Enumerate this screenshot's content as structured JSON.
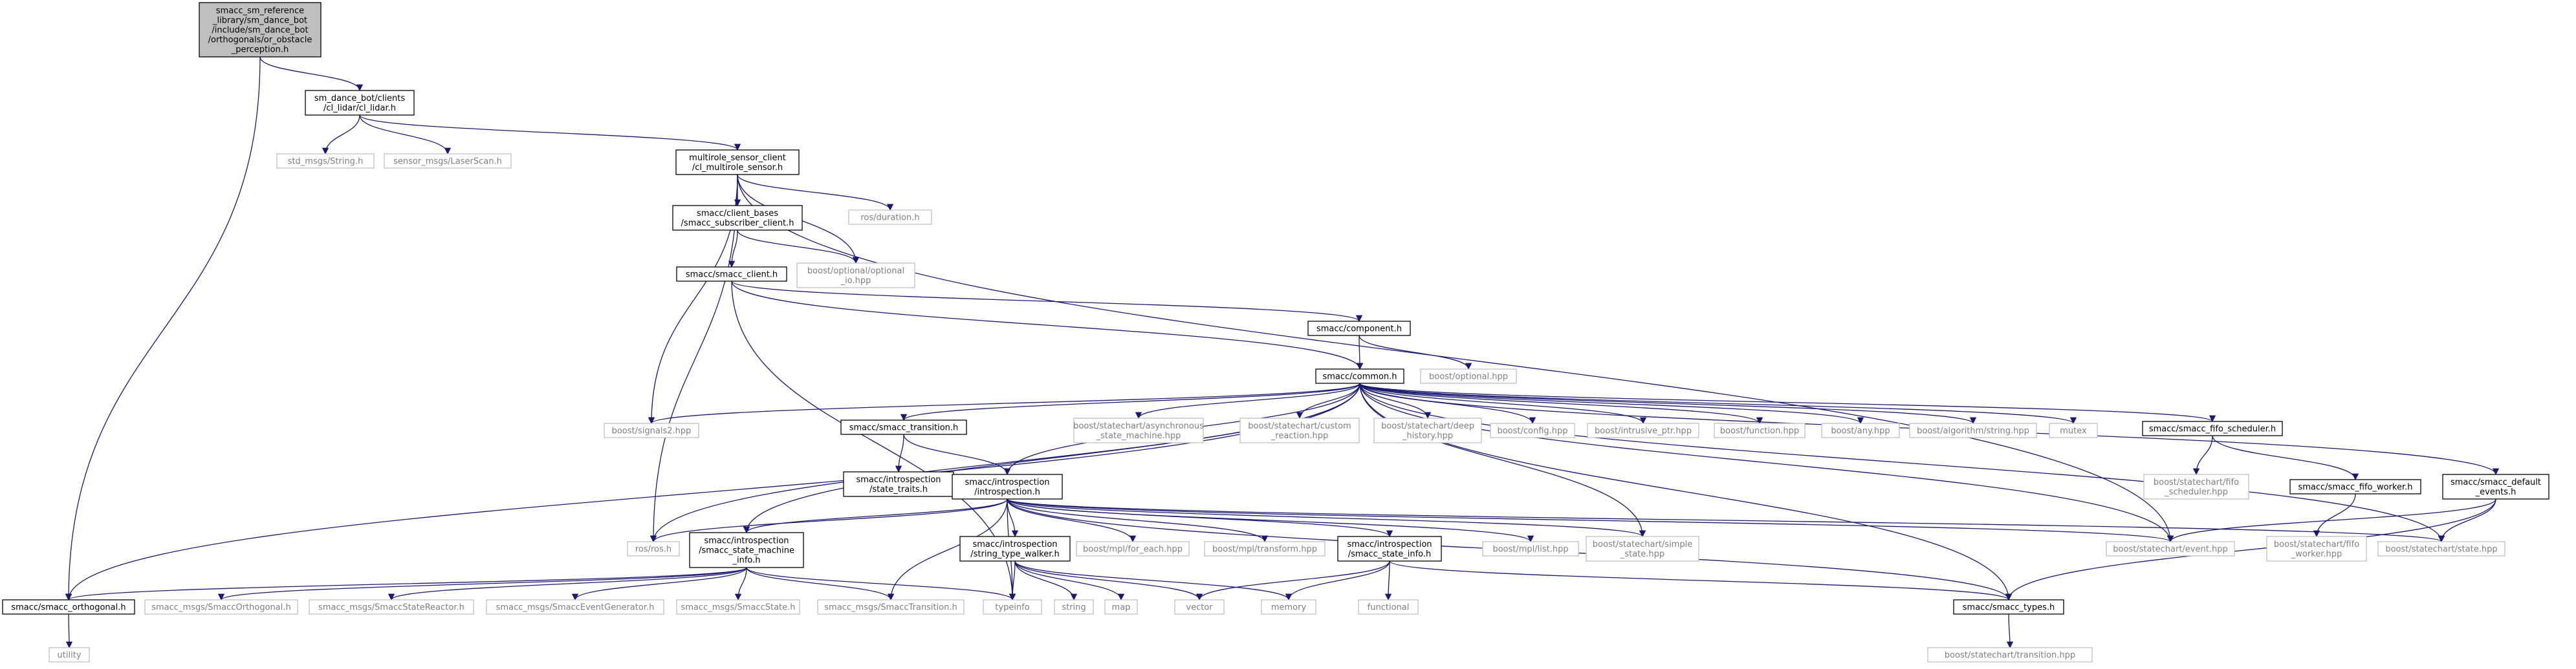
{
  "diagram": {
    "nodes": [
      {
        "id": "root",
        "lines": [
          "smacc_sm_reference",
          "_library/sm_dance_bot",
          "/include/sm_dance_bot",
          "/orthogonals/or_obstacle",
          "_perception.h"
        ],
        "style": "root"
      },
      {
        "id": "cl_lidar",
        "lines": [
          "sm_dance_bot/clients",
          "/cl_lidar/cl_lidar.h"
        ],
        "style": "dark"
      },
      {
        "id": "std_string",
        "lines": [
          "std_msgs/String.h"
        ],
        "style": "gray"
      },
      {
        "id": "laserscan",
        "lines": [
          "sensor_msgs/LaserScan.h"
        ],
        "style": "gray"
      },
      {
        "id": "multirole",
        "lines": [
          "multirole_sensor_client",
          "/cl_multirole_sensor.h"
        ],
        "style": "dark"
      },
      {
        "id": "subscriber",
        "lines": [
          "smacc/client_bases",
          "/smacc_subscriber_client.h"
        ],
        "style": "dark"
      },
      {
        "id": "ros_duration",
        "lines": [
          "ros/duration.h"
        ],
        "style": "gray"
      },
      {
        "id": "optional_io",
        "lines": [
          "boost/optional/optional",
          "_io.hpp"
        ],
        "style": "gray"
      },
      {
        "id": "smacc_client",
        "lines": [
          "smacc/smacc_client.h"
        ],
        "style": "dark"
      },
      {
        "id": "component",
        "lines": [
          "smacc/component.h"
        ],
        "style": "dark"
      },
      {
        "id": "optional",
        "lines": [
          "boost/optional.hpp"
        ],
        "style": "gray"
      },
      {
        "id": "common",
        "lines": [
          "smacc/common.h"
        ],
        "style": "dark"
      },
      {
        "id": "signals2",
        "lines": [
          "boost/signals2.hpp"
        ],
        "style": "gray"
      },
      {
        "id": "smacc_transition",
        "lines": [
          "smacc/smacc_transition.h"
        ],
        "style": "dark"
      },
      {
        "id": "async_sm",
        "lines": [
          "boost/statechart/asynchronous",
          "_state_machine.hpp"
        ],
        "style": "gray"
      },
      {
        "id": "custom_reaction",
        "lines": [
          "boost/statechart/custom",
          "_reaction.hpp"
        ],
        "style": "gray"
      },
      {
        "id": "deep_history",
        "lines": [
          "boost/statechart/deep",
          "_history.hpp"
        ],
        "style": "gray"
      },
      {
        "id": "config",
        "lines": [
          "boost/config.hpp"
        ],
        "style": "gray"
      },
      {
        "id": "intrusive",
        "lines": [
          "boost/intrusive_ptr.hpp"
        ],
        "style": "gray"
      },
      {
        "id": "function",
        "lines": [
          "boost/function.hpp"
        ],
        "style": "gray"
      },
      {
        "id": "any",
        "lines": [
          "boost/any.hpp"
        ],
        "style": "gray"
      },
      {
        "id": "alg_string",
        "lines": [
          "boost/algorithm/string.hpp"
        ],
        "style": "gray"
      },
      {
        "id": "mutex",
        "lines": [
          "mutex"
        ],
        "style": "gray"
      },
      {
        "id": "fifo_scheduler",
        "lines": [
          "smacc/smacc_fifo_scheduler.h"
        ],
        "style": "dark"
      },
      {
        "id": "state_traits",
        "lines": [
          "smacc/introspection",
          "/state_traits.h"
        ],
        "style": "dark"
      },
      {
        "id": "introspection",
        "lines": [
          "smacc/introspection",
          "/introspection.h"
        ],
        "style": "dark"
      },
      {
        "id": "sc_fifo_scheduler",
        "lines": [
          "boost/statechart/fifo",
          "_scheduler.hpp"
        ],
        "style": "gray"
      },
      {
        "id": "fifo_worker",
        "lines": [
          "smacc/smacc_fifo_worker.h"
        ],
        "style": "dark"
      },
      {
        "id": "default_events",
        "lines": [
          "smacc/smacc_default",
          "_events.h"
        ],
        "style": "dark"
      },
      {
        "id": "ros_h",
        "lines": [
          "ros/ros.h"
        ],
        "style": "gray"
      },
      {
        "id": "sm_info",
        "lines": [
          "smacc/introspection",
          "/smacc_state_machine",
          "_info.h"
        ],
        "style": "dark"
      },
      {
        "id": "type_walker",
        "lines": [
          "smacc/introspection",
          "/string_type_walker.h"
        ],
        "style": "dark"
      },
      {
        "id": "for_each",
        "lines": [
          "boost/mpl/for_each.hpp"
        ],
        "style": "gray"
      },
      {
        "id": "transform",
        "lines": [
          "boost/mpl/transform.hpp"
        ],
        "style": "gray"
      },
      {
        "id": "state_info",
        "lines": [
          "smacc/introspection",
          "/smacc_state_info.h"
        ],
        "style": "dark"
      },
      {
        "id": "mpl_list",
        "lines": [
          "boost/mpl/list.hpp"
        ],
        "style": "gray"
      },
      {
        "id": "simple_state",
        "lines": [
          "boost/statechart/simple",
          "_state.hpp"
        ],
        "style": "gray"
      },
      {
        "id": "sc_event",
        "lines": [
          "boost/statechart/event.hpp"
        ],
        "style": "gray"
      },
      {
        "id": "fifo_worker_hpp",
        "lines": [
          "boost/statechart/fifo",
          "_worker.hpp"
        ],
        "style": "gray"
      },
      {
        "id": "sc_state",
        "lines": [
          "boost/statechart/state.hpp"
        ],
        "style": "gray"
      },
      {
        "id": "orthogonal",
        "lines": [
          "smacc/smacc_orthogonal.h"
        ],
        "style": "dark"
      },
      {
        "id": "msg_orthogonal",
        "lines": [
          "smacc_msgs/SmaccOrthogonal.h"
        ],
        "style": "gray"
      },
      {
        "id": "msg_reactor",
        "lines": [
          "smacc_msgs/SmaccStateReactor.h"
        ],
        "style": "gray"
      },
      {
        "id": "msg_evgen",
        "lines": [
          "smacc_msgs/SmaccEventGenerator.h"
        ],
        "style": "gray"
      },
      {
        "id": "msg_state",
        "lines": [
          "smacc_msgs/SmaccState.h"
        ],
        "style": "gray"
      },
      {
        "id": "msg_transition",
        "lines": [
          "smacc_msgs/SmaccTransition.h"
        ],
        "style": "gray"
      },
      {
        "id": "typeinfo",
        "lines": [
          "typeinfo"
        ],
        "style": "gray"
      },
      {
        "id": "string",
        "lines": [
          "string"
        ],
        "style": "gray"
      },
      {
        "id": "map",
        "lines": [
          "map"
        ],
        "style": "gray"
      },
      {
        "id": "vector",
        "lines": [
          "vector"
        ],
        "style": "gray"
      },
      {
        "id": "memory",
        "lines": [
          "memory"
        ],
        "style": "gray"
      },
      {
        "id": "functional",
        "lines": [
          "functional"
        ],
        "style": "gray"
      },
      {
        "id": "smacc_types",
        "lines": [
          "smacc/smacc_types.h"
        ],
        "style": "dark"
      },
      {
        "id": "utility",
        "lines": [
          "utility"
        ],
        "style": "gray"
      },
      {
        "id": "sc_transition",
        "lines": [
          "boost/statechart/transition.hpp"
        ],
        "style": "gray"
      }
    ],
    "edges": [
      [
        "root",
        "cl_lidar"
      ],
      [
        "root",
        "orthogonal"
      ],
      [
        "cl_lidar",
        "std_string"
      ],
      [
        "cl_lidar",
        "laserscan"
      ],
      [
        "cl_lidar",
        "multirole"
      ],
      [
        "multirole",
        "subscriber"
      ],
      [
        "multirole",
        "ros_duration"
      ],
      [
        "multirole",
        "optional_io"
      ],
      [
        "multirole",
        "signals2"
      ],
      [
        "multirole",
        "ros_h"
      ],
      [
        "multirole",
        "sc_event"
      ],
      [
        "subscriber",
        "smacc_client"
      ],
      [
        "subscriber",
        "optional_io"
      ],
      [
        "smacc_client",
        "component"
      ],
      [
        "smacc_client",
        "common"
      ],
      [
        "smacc_client",
        "typeinfo"
      ],
      [
        "component",
        "common"
      ],
      [
        "component",
        "optional"
      ],
      [
        "common",
        "signals2"
      ],
      [
        "common",
        "smacc_transition"
      ],
      [
        "common",
        "async_sm"
      ],
      [
        "common",
        "custom_reaction"
      ],
      [
        "common",
        "deep_history"
      ],
      [
        "common",
        "config"
      ],
      [
        "common",
        "intrusive"
      ],
      [
        "common",
        "function"
      ],
      [
        "common",
        "any"
      ],
      [
        "common",
        "alg_string"
      ],
      [
        "common",
        "mutex"
      ],
      [
        "common",
        "fifo_scheduler"
      ],
      [
        "common",
        "default_events"
      ],
      [
        "common",
        "introspection"
      ],
      [
        "common",
        "ros_h"
      ],
      [
        "common",
        "orthogonal"
      ],
      [
        "common",
        "sm_info"
      ],
      [
        "common",
        "simple_state"
      ],
      [
        "common",
        "sc_event"
      ],
      [
        "common",
        "sc_state"
      ],
      [
        "common",
        "smacc_types"
      ],
      [
        "smacc_transition",
        "state_traits"
      ],
      [
        "smacc_transition",
        "introspection"
      ],
      [
        "introspection",
        "ros_h"
      ],
      [
        "introspection",
        "sm_info"
      ],
      [
        "introspection",
        "type_walker"
      ],
      [
        "introspection",
        "for_each"
      ],
      [
        "introspection",
        "transform"
      ],
      [
        "introspection",
        "state_info"
      ],
      [
        "introspection",
        "mpl_list"
      ],
      [
        "introspection",
        "simple_state"
      ],
      [
        "introspection",
        "sc_event"
      ],
      [
        "introspection",
        "sc_state"
      ],
      [
        "introspection",
        "typeinfo"
      ],
      [
        "introspection",
        "msg_transition"
      ],
      [
        "introspection",
        "smacc_types"
      ],
      [
        "fifo_scheduler",
        "sc_fifo_scheduler"
      ],
      [
        "fifo_scheduler",
        "fifo_worker"
      ],
      [
        "fifo_worker",
        "fifo_worker_hpp"
      ],
      [
        "default_events",
        "sc_event"
      ],
      [
        "default_events",
        "sc_state"
      ],
      [
        "default_events",
        "smacc_types"
      ],
      [
        "sm_info",
        "orthogonal"
      ],
      [
        "sm_info",
        "msg_orthogonal"
      ],
      [
        "sm_info",
        "msg_reactor"
      ],
      [
        "sm_info",
        "msg_evgen"
      ],
      [
        "sm_info",
        "msg_state"
      ],
      [
        "sm_info",
        "msg_transition"
      ],
      [
        "sm_info",
        "typeinfo"
      ],
      [
        "type_walker",
        "typeinfo"
      ],
      [
        "type_walker",
        "string"
      ],
      [
        "type_walker",
        "map"
      ],
      [
        "type_walker",
        "vector"
      ],
      [
        "type_walker",
        "memory"
      ],
      [
        "state_info",
        "vector"
      ],
      [
        "state_info",
        "memory"
      ],
      [
        "state_info",
        "functional"
      ],
      [
        "state_info",
        "smacc_types"
      ],
      [
        "orthogonal",
        "utility"
      ],
      [
        "smacc_types",
        "sc_transition"
      ]
    ]
  }
}
